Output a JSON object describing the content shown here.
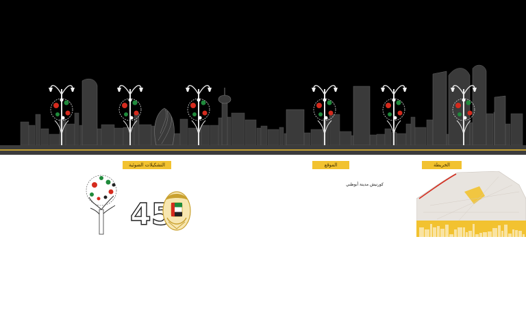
{
  "sections": {
    "lights_label": "التشكيلات الضوئية",
    "location_label": "الموقع",
    "map_label": "الخريطة"
  },
  "location": {
    "value": "كورنيش مدينة أبوظبي"
  },
  "anniversary": {
    "number": "45"
  },
  "colors": {
    "sky": "#000000",
    "buildings": "#3a3a3a",
    "road": "#3c3c3c",
    "road_line": "#f2c230",
    "tag": "#f2c230",
    "flag_green": "#1f8a3b",
    "flag_red": "#d52b1e",
    "emblem_gold": "#c9a12f"
  },
  "icons": [
    "street-lamp-icon",
    "flag-tree-icon",
    "uae-emblem-icon"
  ]
}
